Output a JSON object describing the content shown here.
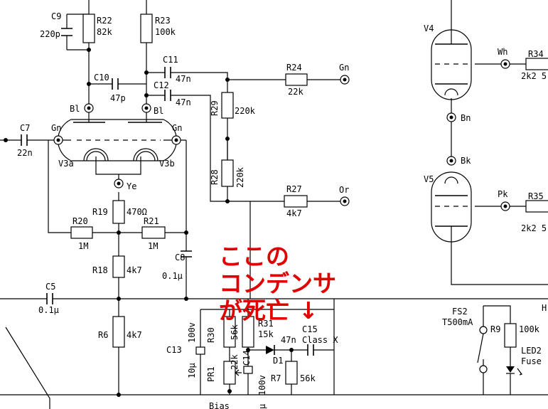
{
  "components": {
    "C9": {
      "ref": "C9",
      "value": "220p"
    },
    "R22": {
      "ref": "R22",
      "value": "82k"
    },
    "R23": {
      "ref": "R23",
      "value": "100k"
    },
    "C11": {
      "ref": "C11",
      "value": "47n"
    },
    "C10": {
      "ref": "C10",
      "value": "47p"
    },
    "C12": {
      "ref": "C12",
      "value": "47n"
    },
    "R24": {
      "ref": "R24",
      "value": "22k"
    },
    "R29": {
      "ref": "R29",
      "value": "220k"
    },
    "R28": {
      "ref": "R28",
      "value": "220k"
    },
    "R27": {
      "ref": "R27",
      "value": "4k7"
    },
    "C7": {
      "ref": "C7",
      "value": "22n"
    },
    "R19": {
      "ref": "R19",
      "value": "470Ω"
    },
    "R20": {
      "ref": "R20",
      "value": "1M"
    },
    "R21": {
      "ref": "R21",
      "value": "1M"
    },
    "C8": {
      "ref": "C8",
      "value": "0.1μ"
    },
    "R18": {
      "ref": "R18",
      "value": "4k7"
    },
    "C5": {
      "ref": "C5",
      "value": "0.1μ"
    },
    "R6": {
      "ref": "R6",
      "value": "4k7"
    },
    "C13": {
      "ref": "C13",
      "value": "100v",
      "value2": "10μ"
    },
    "R30": {
      "ref": "R30",
      "value": "56k"
    },
    "PR1": {
      "ref": "PR1",
      "value": "22k"
    },
    "R31": {
      "ref": "R31",
      "value": "15k"
    },
    "C14": {
      "ref": "C14",
      "value": "100v",
      "value2": "μ"
    },
    "D1": {
      "ref": "D1"
    },
    "C15": {
      "ref": "C15",
      "value": "47n",
      "value2": "Class X"
    },
    "R7": {
      "ref": "R7",
      "value": "56k"
    },
    "FS2": {
      "ref": "FS2",
      "value": "T500mA"
    },
    "R9": {
      "ref": "R9",
      "value": "100k"
    },
    "LED2": {
      "ref": "LED2",
      "value": "Fuse"
    },
    "R34": {
      "ref": "R34",
      "value": "2k2 5"
    },
    "R35": {
      "ref": "R35",
      "value": "2k2 5"
    }
  },
  "tubes": {
    "V3a": "V3a",
    "V3b": "V3b",
    "V4": "V4",
    "V5": "V5"
  },
  "connectors": {
    "bl_left": "Bl",
    "bl_right": "Bl",
    "gn_left": "Gn",
    "gn_right": "Gn",
    "gn_out": "Gn",
    "or_out": "Or",
    "ye": "Ye",
    "bn": "Bn",
    "bk": "Bk",
    "wh": "Wh",
    "pk": "Pk",
    "h": "H"
  },
  "labels": {
    "bias": "Bias"
  },
  "annotation": {
    "line1": "ここの",
    "line2": "コンデンサ",
    "line3": "が死亡",
    "arrow": "↓",
    "color": "#e00000"
  }
}
